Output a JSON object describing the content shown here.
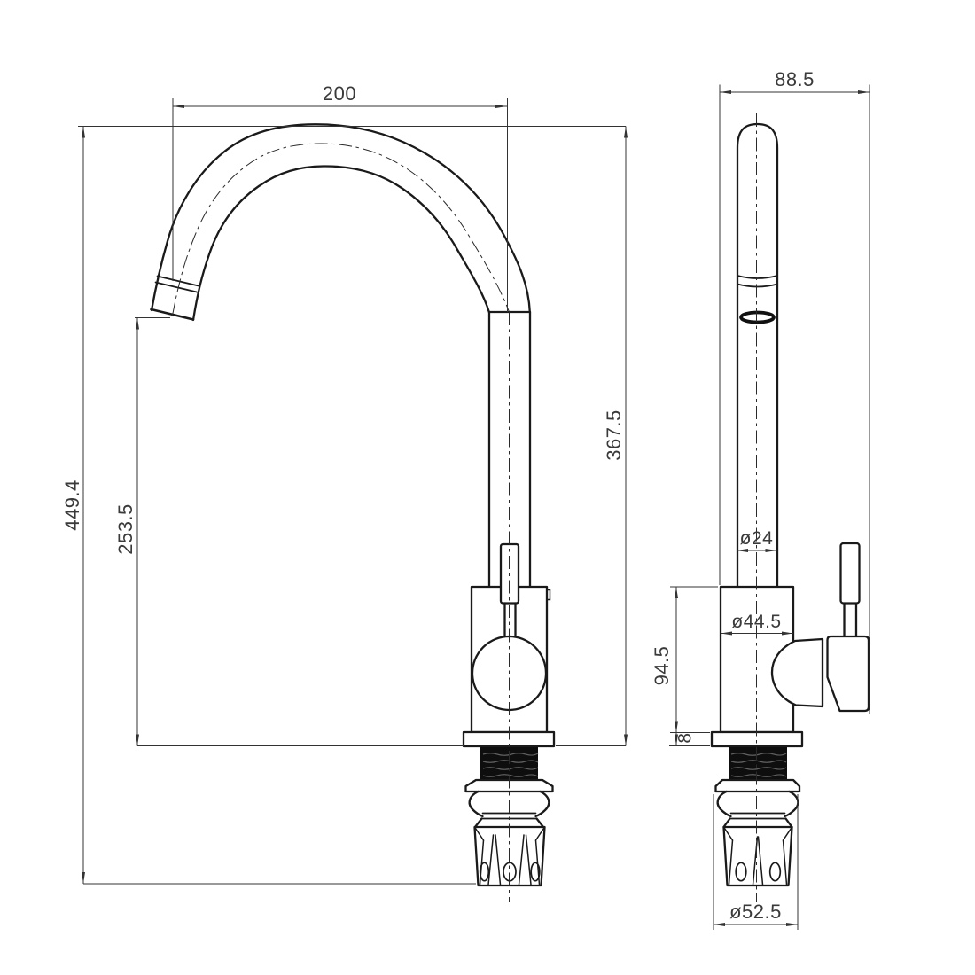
{
  "drawing": {
    "background": "#ffffff",
    "line_color": "#1a1a1a",
    "dimension_text_color": "#3a3a3a",
    "front_view": {
      "spout_reach": "200",
      "overall_height": "449.4",
      "outlet_height": "253.5",
      "height_above_deck": "367.5"
    },
    "side_view": {
      "overall_depth": "88.5",
      "spout_diameter": "ø24",
      "body_diameter": "ø44.5",
      "body_height": "94.5",
      "flange_thickness": "8",
      "base_diameter": "ø52.5"
    }
  }
}
